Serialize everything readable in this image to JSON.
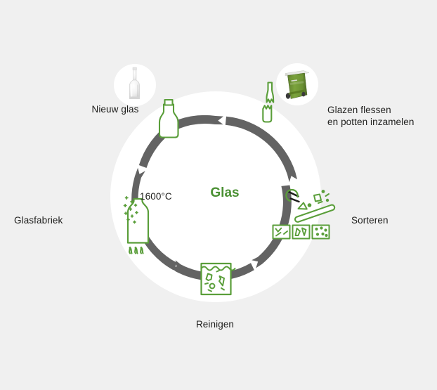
{
  "diagram": {
    "title_center": "Glas",
    "background_color": "#f0f0f0",
    "disc_color": "#ffffff",
    "ring_color": "#636363",
    "accent_green": "#4a9033",
    "icon_green": "#5a9e3a",
    "text_color": "#1d1d1b",
    "temperature": "1600°C",
    "steps": [
      {
        "id": "nieuw-glas",
        "label": "Nieuw glas",
        "icon": "glass-bottle-photo-icon",
        "ring_icon": "bottle-outline-icon",
        "angle_deg": 315
      },
      {
        "id": "inzamelen",
        "label": "Glazen flessen\nen potten inzamelen",
        "icon": "green-wheelie-bin-photo-icon",
        "ring_icon": "broken-bottle-icon",
        "angle_deg": 45
      },
      {
        "id": "sorteren",
        "label": "Sorteren",
        "ring_icon": "conveyor-sorting-icon",
        "angle_deg": 110
      },
      {
        "id": "reinigen",
        "label": "Reinigen",
        "ring_icon": "washing-tank-icon",
        "angle_deg": 180
      },
      {
        "id": "glasfabriek",
        "label": "Glasfabriek",
        "ring_icon": "furnace-melting-icon",
        "angle_deg": 250
      }
    ]
  }
}
